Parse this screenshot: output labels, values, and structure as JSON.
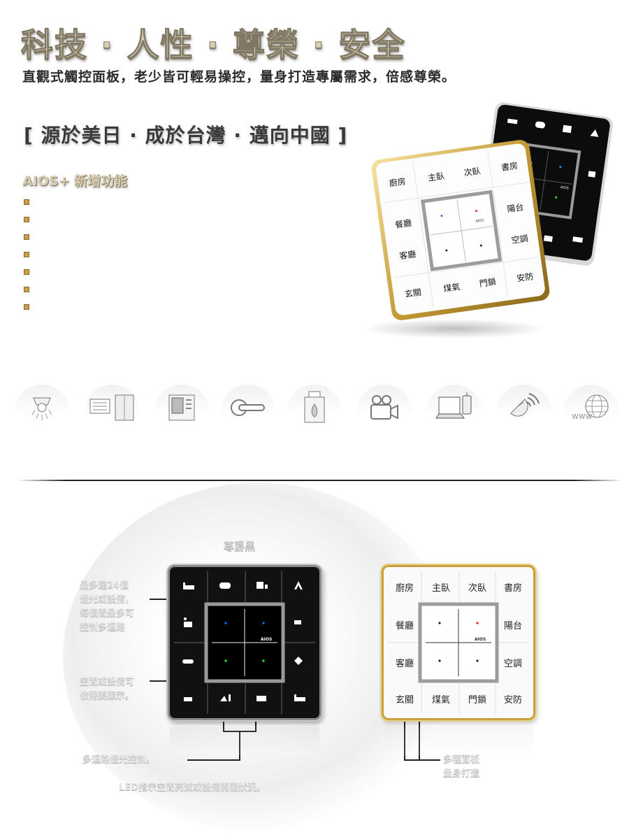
{
  "header": {
    "title": "科技 · 人性 · 尊榮 · 安全",
    "subtitle": "直觀式觸控面板，老少皆可輕易操控，量身打造專屬需求，倍感尊榮。",
    "slogan": "[ 源於美日 · 成於台灣 · 邁向中國 ]",
    "section_title": "AIOS+ 新增功能",
    "bullet_count": 7
  },
  "product_photo": {
    "white_panel_labels": [
      "廚房",
      "主臥",
      "次臥",
      "書房",
      "餐廳",
      "陽台",
      "客廳",
      "空調",
      "玄關",
      "煤氣",
      "門鎖",
      "安防"
    ],
    "logo": "AIOS"
  },
  "feature_icons": [
    {
      "name": "ceiling-light-icon"
    },
    {
      "name": "curtain-icon"
    },
    {
      "name": "intercom-icon"
    },
    {
      "name": "door-lock-icon"
    },
    {
      "name": "gas-sensor-icon"
    },
    {
      "name": "camera-icon"
    },
    {
      "name": "computer-phone-icon"
    },
    {
      "name": "satellite-icon"
    },
    {
      "name": "www-globe-icon"
    }
  ],
  "lower": {
    "variant_label": "尊爵黑",
    "callouts": {
      "left_top_lines": [
        "最多達24個",
        "燈光或設備，",
        "每個間最多可",
        "控制多迴路"
      ],
      "left_mid_lines": [
        "空間或設備可",
        "依需要顯示。"
      ],
      "bottom_left": "多迴路燈光控制。",
      "bottom_desc": "LED指示空間亮滅或設備開關狀況。",
      "right_lines": [
        "多種面板",
        "量身打造"
      ]
    },
    "white_panel_labels": [
      "廚房",
      "主臥",
      "次臥",
      "書房",
      "餐廳",
      "陽台",
      "客廳",
      "空調",
      "玄關",
      "煤氣",
      "門鎖",
      "安防"
    ],
    "logo": "AIOS"
  }
}
